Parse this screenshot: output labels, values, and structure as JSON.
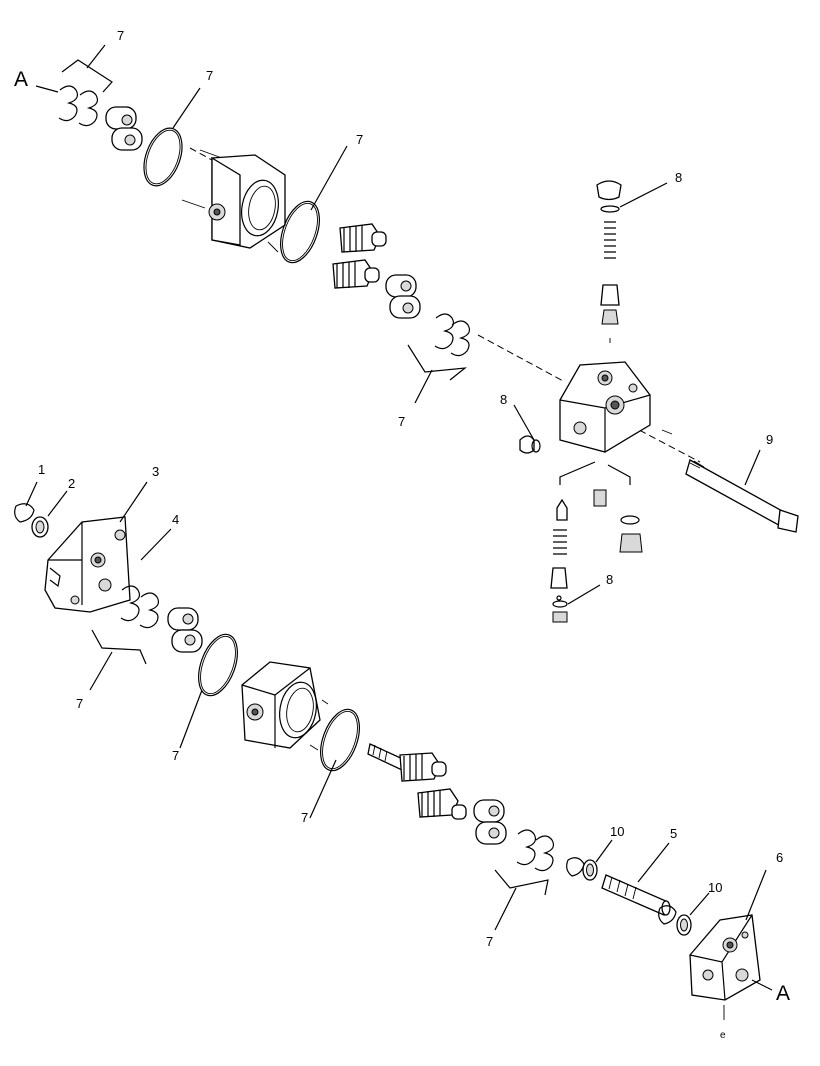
{
  "diagram": {
    "callouts": {
      "a_top": "A",
      "a_bottom": "A",
      "c1": "1",
      "c2": "2",
      "c3": "3",
      "c4": "4",
      "c5": "5",
      "c6": "6",
      "c7_a": "7",
      "c7_b": "7",
      "c7_c": "7",
      "c7_d": "7",
      "c7_e": "7",
      "c7_f": "7",
      "c7_g": "7",
      "c7_h": "7",
      "c8_a": "8",
      "c8_b": "8",
      "c8_c": "8",
      "c9": "9",
      "c10_a": "10",
      "c10_b": "10",
      "c_small": "e"
    }
  }
}
